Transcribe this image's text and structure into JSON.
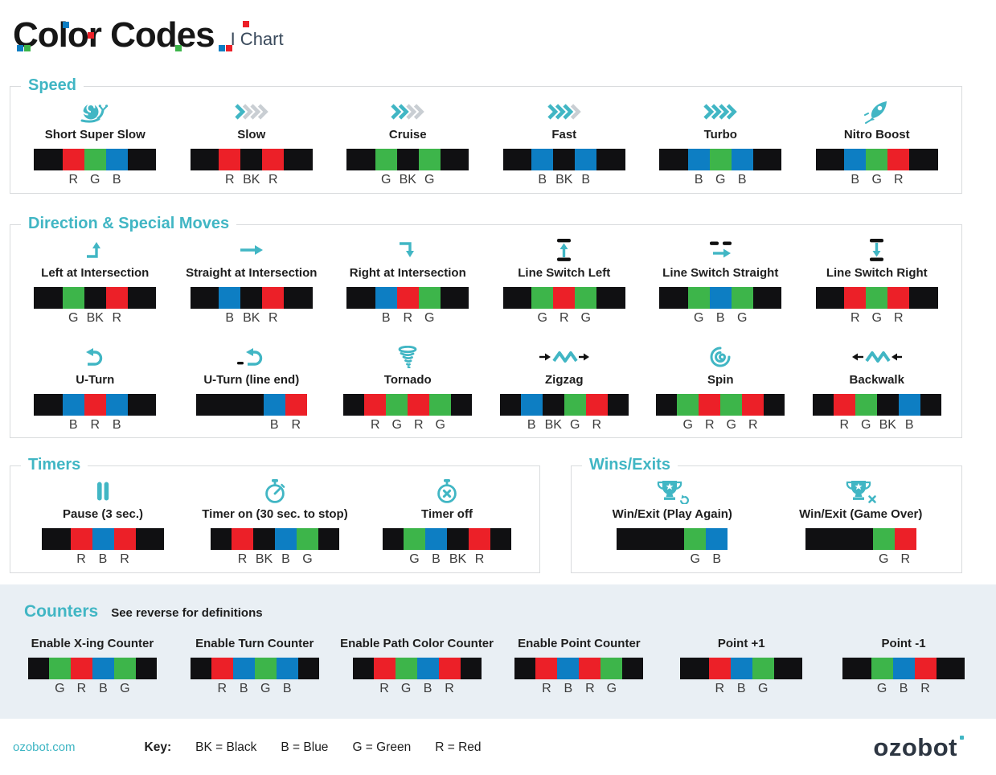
{
  "page": {
    "title": "Color Codes",
    "subtitle": "I Chart"
  },
  "colors": {
    "R": "#ec2028",
    "G": "#3db54a",
    "B": "#0d7ec3",
    "BK": "#101012",
    "accent": "#41b6c4",
    "chevron_inactive": "#c9ced3",
    "counters_bg": "#e9eff4",
    "box_border": "#d9dbdd"
  },
  "sections": [
    {
      "id": "speed",
      "title": "Speed",
      "rows": [
        [
          {
            "label": "Short Super Slow",
            "icon": "snail",
            "code": [
              "R",
              "G",
              "B"
            ]
          },
          {
            "label": "Slow",
            "icon": "chevrons-1",
            "code": [
              "R",
              "BK",
              "R"
            ]
          },
          {
            "label": "Cruise",
            "icon": "chevrons-2",
            "code": [
              "G",
              "BK",
              "G"
            ]
          },
          {
            "label": "Fast",
            "icon": "chevrons-3",
            "code": [
              "B",
              "BK",
              "B"
            ]
          },
          {
            "label": "Turbo",
            "icon": "chevrons-4",
            "code": [
              "B",
              "G",
              "B"
            ]
          },
          {
            "label": "Nitro Boost",
            "icon": "rocket",
            "code": [
              "B",
              "G",
              "R"
            ]
          }
        ]
      ]
    },
    {
      "id": "direction",
      "title": "Direction & Special Moves",
      "rows": [
        [
          {
            "label": "Left at Intersection",
            "icon": "turn-left",
            "code": [
              "G",
              "BK",
              "R"
            ]
          },
          {
            "label": "Straight at Intersection",
            "icon": "arrow-straight",
            "code": [
              "B",
              "BK",
              "R"
            ]
          },
          {
            "label": "Right at Intersection",
            "icon": "turn-right",
            "code": [
              "B",
              "R",
              "G"
            ]
          },
          {
            "label": "Line Switch Left",
            "icon": "line-switch-left",
            "code": [
              "G",
              "R",
              "G"
            ]
          },
          {
            "label": "Line Switch Straight",
            "icon": "line-switch-straight",
            "code": [
              "G",
              "B",
              "G"
            ]
          },
          {
            "label": "Line Switch Right",
            "icon": "line-switch-right",
            "code": [
              "R",
              "G",
              "R"
            ]
          }
        ],
        [
          {
            "label": "U-Turn",
            "icon": "u-turn",
            "code": [
              "B",
              "R",
              "B"
            ]
          },
          {
            "label": "U-Turn (line end)",
            "icon": "u-turn-line-end",
            "code": [
              "B",
              "R"
            ],
            "align": "end"
          },
          {
            "label": "Tornado",
            "icon": "tornado",
            "code": [
              "R",
              "G",
              "R",
              "G"
            ]
          },
          {
            "label": "Zigzag",
            "icon": "zigzag",
            "code": [
              "B",
              "BK",
              "G",
              "R"
            ]
          },
          {
            "label": "Spin",
            "icon": "spin",
            "code": [
              "G",
              "R",
              "G",
              "R"
            ]
          },
          {
            "label": "Backwalk",
            "icon": "backwalk",
            "code": [
              "R",
              "G",
              "BK",
              "B"
            ]
          }
        ]
      ]
    },
    {
      "id": "timers",
      "title": "Timers",
      "rows": [
        [
          {
            "label": "Pause (3 sec.)",
            "icon": "pause",
            "code": [
              "R",
              "B",
              "R"
            ]
          },
          {
            "label": "Timer on (30 sec. to stop)",
            "icon": "timer-on",
            "code": [
              "R",
              "BK",
              "B",
              "G"
            ]
          },
          {
            "label": "Timer off",
            "icon": "timer-off",
            "code": [
              "G",
              "B",
              "BK",
              "R"
            ]
          }
        ]
      ]
    },
    {
      "id": "wins",
      "title": "Wins/Exits",
      "rows": [
        [
          {
            "label": "Win/Exit (Play Again)",
            "icon": "trophy-replay",
            "code": [
              "G",
              "B"
            ],
            "align": "end"
          },
          {
            "label": "Win/Exit (Game Over)",
            "icon": "trophy-x",
            "code": [
              "G",
              "R"
            ],
            "align": "end"
          }
        ]
      ]
    },
    {
      "id": "counters",
      "title": "Counters",
      "note": "See reverse for definitions",
      "rows": [
        [
          {
            "label": "Enable X-ing Counter",
            "icon": null,
            "code": [
              "G",
              "R",
              "B",
              "G"
            ]
          },
          {
            "label": "Enable Turn Counter",
            "icon": null,
            "code": [
              "R",
              "B",
              "G",
              "B"
            ]
          },
          {
            "label": "Enable Path Color Counter",
            "icon": null,
            "code": [
              "R",
              "G",
              "B",
              "R"
            ]
          },
          {
            "label": "Enable Point Counter",
            "icon": null,
            "code": [
              "R",
              "B",
              "R",
              "G"
            ]
          },
          {
            "label": "Point +1",
            "icon": null,
            "code": [
              "R",
              "B",
              "G"
            ]
          },
          {
            "label": "Point -1",
            "icon": null,
            "code": [
              "G",
              "B",
              "R"
            ]
          }
        ]
      ]
    }
  ],
  "footer": {
    "website": "ozobot.com",
    "key_label": "Key:",
    "key_items": [
      "BK = Black",
      "B = Blue",
      "G = Green",
      "R = Red"
    ],
    "logo_text": "ozobot"
  }
}
